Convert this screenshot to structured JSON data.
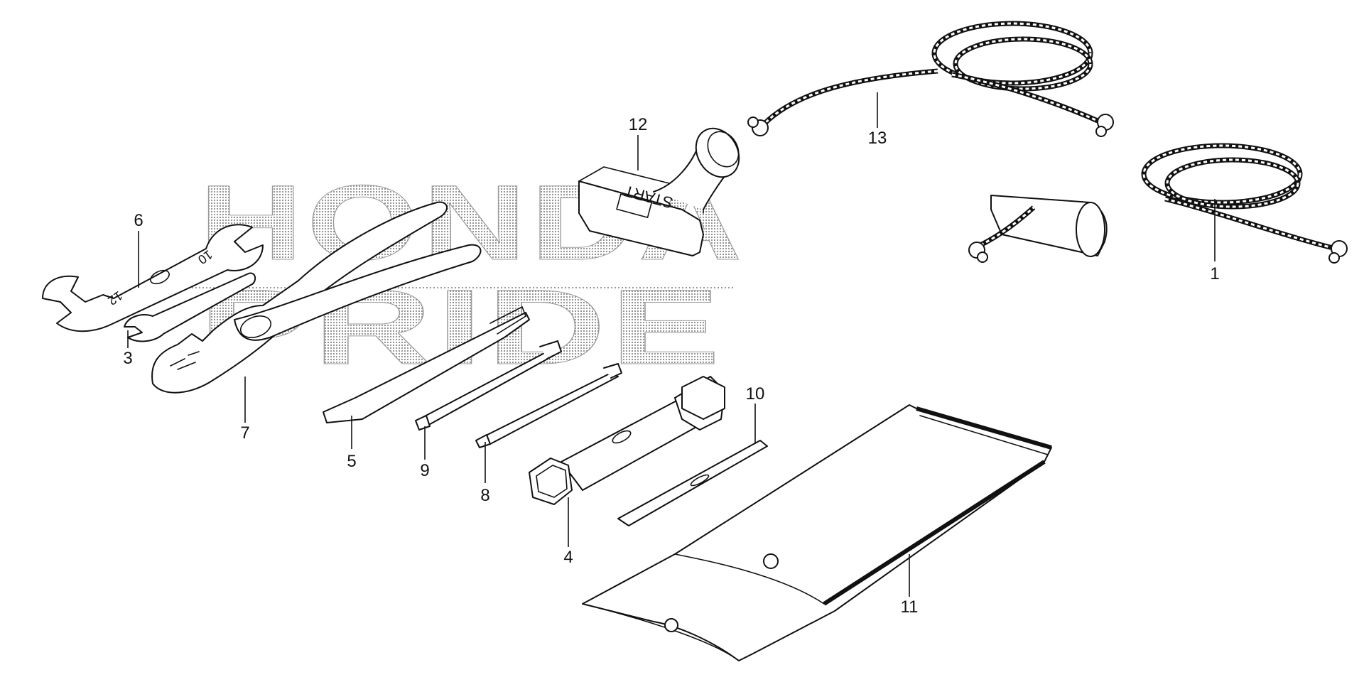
{
  "watermark": {
    "line1": "HONDA",
    "line2": "PRIDE"
  },
  "parts": [
    {
      "id": "part-1",
      "callout": "1"
    },
    {
      "id": "part-3",
      "callout": "3"
    },
    {
      "id": "part-4",
      "callout": "4"
    },
    {
      "id": "part-5",
      "callout": "5"
    },
    {
      "id": "part-6",
      "callout": "6"
    },
    {
      "id": "part-7",
      "callout": "7"
    },
    {
      "id": "part-8",
      "callout": "8"
    },
    {
      "id": "part-9",
      "callout": "9"
    },
    {
      "id": "part-10",
      "callout": "10"
    },
    {
      "id": "part-11",
      "callout": "11"
    },
    {
      "id": "part-12",
      "callout": "12"
    },
    {
      "id": "part-13",
      "callout": "13"
    }
  ],
  "handle_text": "START",
  "wrench_marks": {
    "size_a": "12",
    "size_b": "10"
  }
}
